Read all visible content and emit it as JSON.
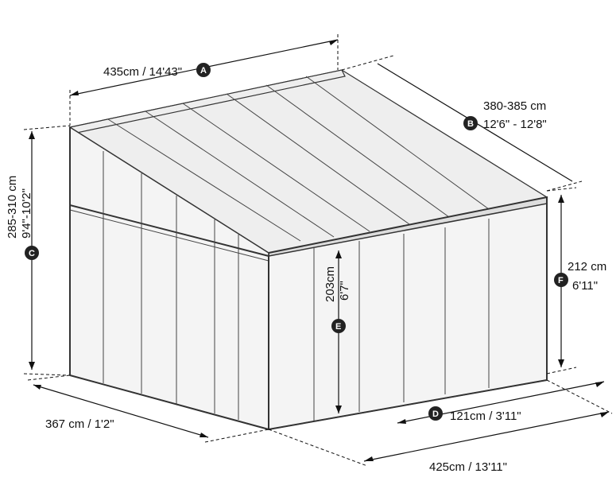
{
  "dimensions": {
    "A": {
      "badge": "A",
      "text": "435cm / 14'43\""
    },
    "B": {
      "badge": "B",
      "line1": "380-385 cm",
      "line2": "12'6\" - 12'8\""
    },
    "C": {
      "badge": "C",
      "line1": "285-310 cm",
      "line2": "9'4\"-10'2\""
    },
    "D": {
      "badge": "D",
      "text": "121cm / 3'11\""
    },
    "E": {
      "badge": "E",
      "line1": "203cm",
      "line2": "6'7\""
    },
    "F": {
      "badge": "F",
      "line1": "212 cm",
      "line2": "6'11\""
    },
    "depth": {
      "text": "367 cm / 1'2\""
    },
    "width": {
      "text": "425cm / 13'11\""
    }
  },
  "colors": {
    "badge": "#222222",
    "line": "#111111"
  }
}
